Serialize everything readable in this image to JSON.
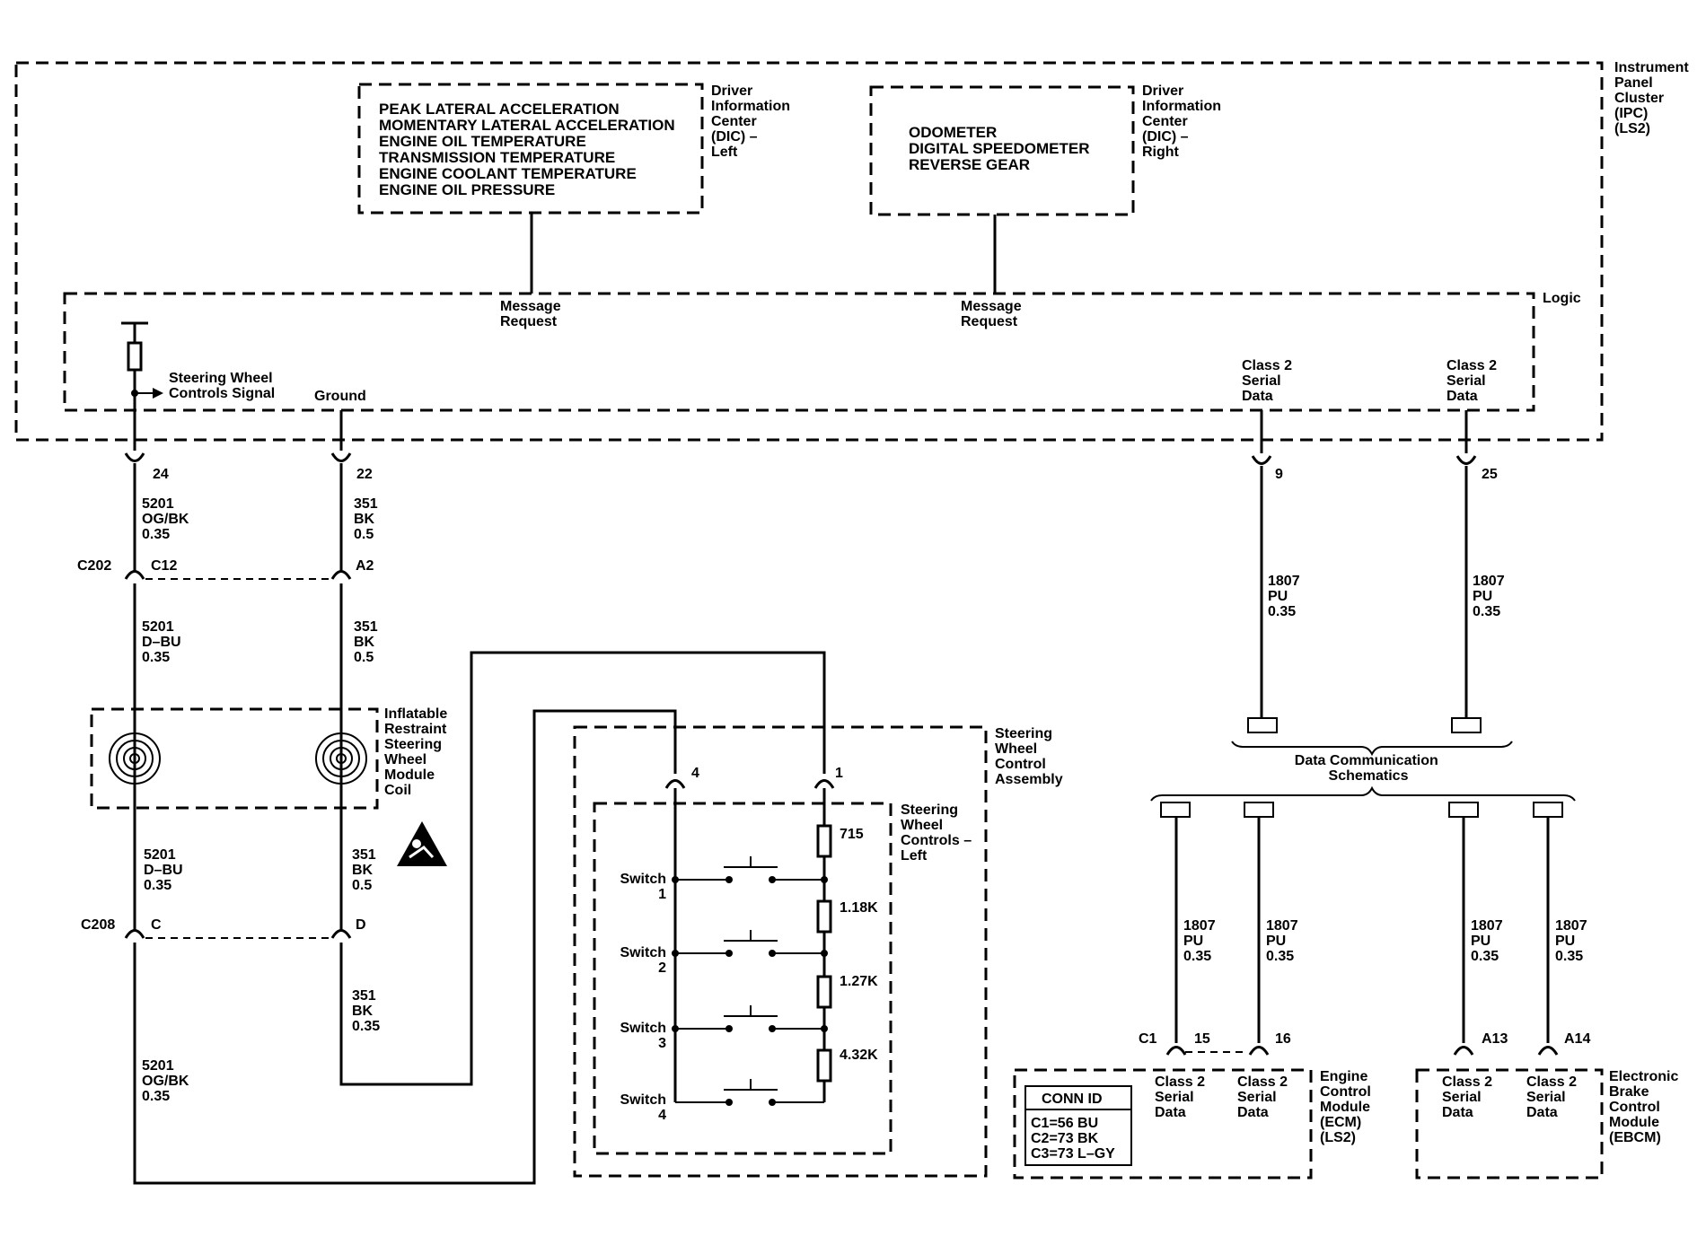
{
  "modules": {
    "ipc": [
      "Instrument",
      "Panel",
      "Cluster",
      "(IPC)",
      "(LS2)"
    ],
    "dic_left": [
      "Driver",
      "Information",
      "Center",
      "(DIC) –",
      "Left"
    ],
    "dic_right": [
      "Driver",
      "Information",
      "Center",
      "(DIC) –",
      "Right"
    ],
    "logic": "Logic",
    "irsw_coil": [
      "Inflatable",
      "Restraint",
      "Steering",
      "Wheel",
      "Module",
      "Coil"
    ],
    "swc_assembly": [
      "Steering",
      "Wheel",
      "Control",
      "Assembly"
    ],
    "swc_left": [
      "Steering",
      "Wheel",
      "Controls –",
      "Left"
    ],
    "ecm": [
      "Engine",
      "Control",
      "Module",
      "(ECM)",
      "(LS2)"
    ],
    "ebcm": [
      "Electronic",
      "Brake",
      "Control",
      "Module",
      "(EBCM)"
    ]
  },
  "dic_left_items": [
    "PEAK LATERAL ACCELERATION",
    "MOMENTARY LATERAL ACCELERATION",
    "ENGINE OIL TEMPERATURE",
    "TRANSMISSION TEMPERATURE",
    "ENGINE COOLANT TEMPERATURE",
    "ENGINE OIL PRESSURE"
  ],
  "dic_right_items": [
    "ODOMETER",
    "DIGITAL SPEEDOMETER",
    "REVERSE GEAR"
  ],
  "message_request": [
    "Message",
    "Request"
  ],
  "signals": {
    "swc_signal": [
      "Steering Wheel",
      "Controls Signal"
    ],
    "ground": "Ground",
    "class2": [
      "Class 2",
      "Serial",
      "Data"
    ]
  },
  "pins": {
    "p24": "24",
    "p22": "22",
    "p9": "9",
    "p25": "25",
    "c202": "C202",
    "c12": "C12",
    "a2": "A2",
    "c208": "C208",
    "c": "C",
    "d": "D",
    "p4": "4",
    "p1": "1",
    "c1": "C1",
    "p15": "15",
    "p16": "16",
    "a13": "A13",
    "a14": "A14"
  },
  "wires": {
    "w1": [
      "5201",
      "OG/BK",
      "0.35"
    ],
    "w2": [
      "351",
      "BK",
      "0.5"
    ],
    "w3": [
      "5201",
      "D–BU",
      "0.35"
    ],
    "w4": [
      "351",
      "BK",
      "0.5"
    ],
    "w5": [
      "5201",
      "D–BU",
      "0.35"
    ],
    "w6": [
      "351",
      "BK",
      "0.5"
    ],
    "w7": [
      "351",
      "BK",
      "0.35"
    ],
    "w8": [
      "5201",
      "OG/BK",
      "0.35"
    ],
    "w9": [
      "1807",
      "PU",
      "0.35"
    ],
    "w10": [
      "1807",
      "PU",
      "0.35"
    ],
    "w11": [
      "1807",
      "PU",
      "0.35"
    ],
    "w12": [
      "1807",
      "PU",
      "0.35"
    ],
    "w13": [
      "1807",
      "PU",
      "0.35"
    ],
    "w14": [
      "1807",
      "PU",
      "0.35"
    ]
  },
  "resistors": [
    "715",
    "1.18K",
    "1.27K",
    "4.32K"
  ],
  "switches": [
    [
      "Switch",
      "1"
    ],
    [
      "Switch",
      "2"
    ],
    [
      "Switch",
      "3"
    ],
    [
      "Switch",
      "4"
    ]
  ],
  "data_comm": [
    "Data Communication",
    "Schematics"
  ],
  "conn_id": {
    "title": "CONN ID",
    "rows": [
      "C1=56 BU",
      "C2=73 BK",
      "C3=73 L–GY"
    ]
  }
}
